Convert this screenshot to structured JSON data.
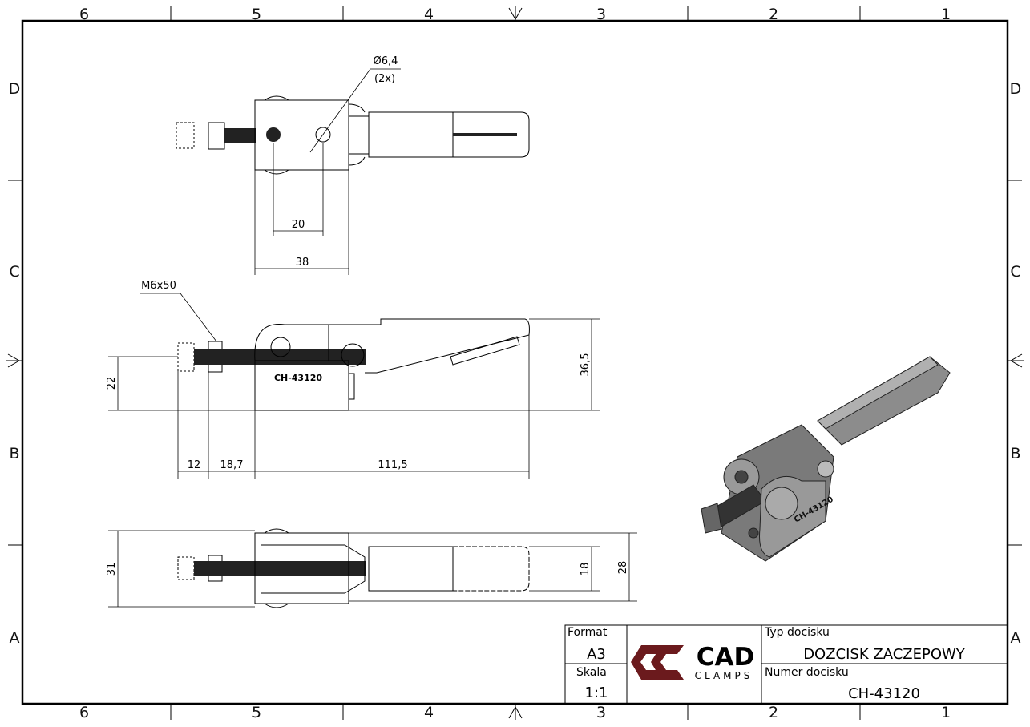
{
  "zones": {
    "columns": [
      "6",
      "5",
      "4",
      "3",
      "2",
      "1"
    ],
    "rows": [
      "D",
      "C",
      "B",
      "A"
    ]
  },
  "dimensions": {
    "hole_dia": "Ø6,4",
    "hole_count": "(2x)",
    "hole_spacing": "20",
    "body_width": "38",
    "thread": "M6x50",
    "spindle_height": "22",
    "total_height": "36,5",
    "bolt_len": "12",
    "nut_offset": "18,7",
    "total_length": "111,5",
    "base_width": "31",
    "handle_width": "18",
    "handle_outer": "28"
  },
  "part_marking": "CH-43120",
  "title_block": {
    "format_label": "Format",
    "format_value": "A3",
    "scale_label": "Skala",
    "scale_value": "1:1",
    "logo_main": "CAD",
    "logo_sub": "CLAMPS",
    "type_label": "Typ docisku",
    "type_value": "DOZCISK ZACZEPOWY",
    "number_label": "Numer docisku",
    "number_value": "CH-43120"
  },
  "colors": {
    "logo_red": "#6b1a1d",
    "line": "#000000",
    "model_gray": "#8c8c8c"
  }
}
